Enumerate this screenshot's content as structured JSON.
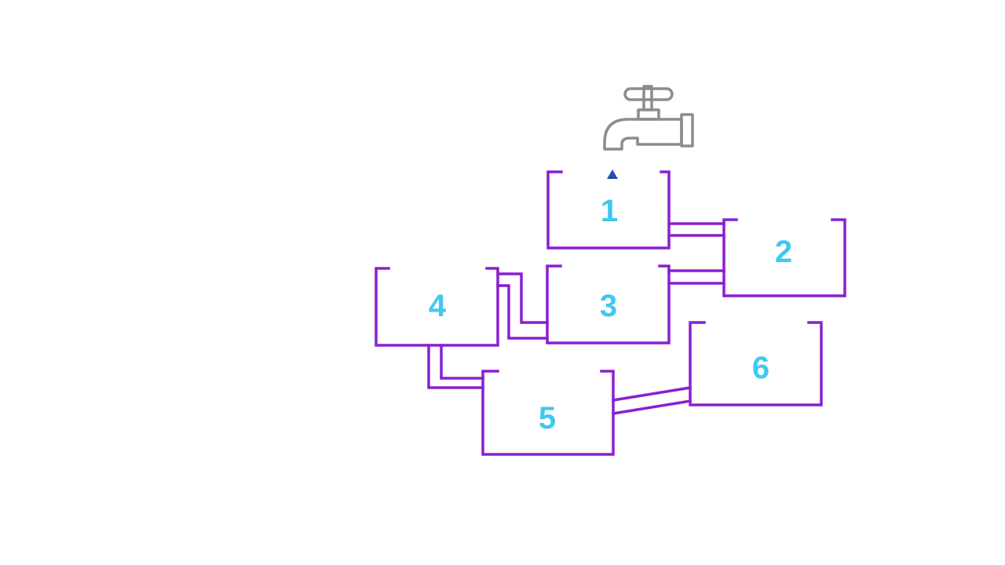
{
  "colors": {
    "pipe": "#8a1fd1",
    "label": "#3fc8f0",
    "faucet": "#8c8c8c",
    "marker": "#1f4fb4",
    "background": "#ffffff"
  },
  "faucet": {
    "icon": "water-faucet-icon"
  },
  "marker": {
    "icon": "triangle-up-icon"
  },
  "tanks": [
    {
      "id": "tank-1",
      "label": "1"
    },
    {
      "id": "tank-2",
      "label": "2"
    },
    {
      "id": "tank-3",
      "label": "3"
    },
    {
      "id": "tank-4",
      "label": "4"
    },
    {
      "id": "tank-5",
      "label": "5"
    },
    {
      "id": "tank-6",
      "label": "6"
    }
  ],
  "connections": [
    {
      "from": "1",
      "to": "2"
    },
    {
      "from": "2",
      "to": "3"
    },
    {
      "from": "3",
      "to": "4"
    },
    {
      "from": "4",
      "to": "5"
    },
    {
      "from": "5",
      "to": "6"
    }
  ]
}
